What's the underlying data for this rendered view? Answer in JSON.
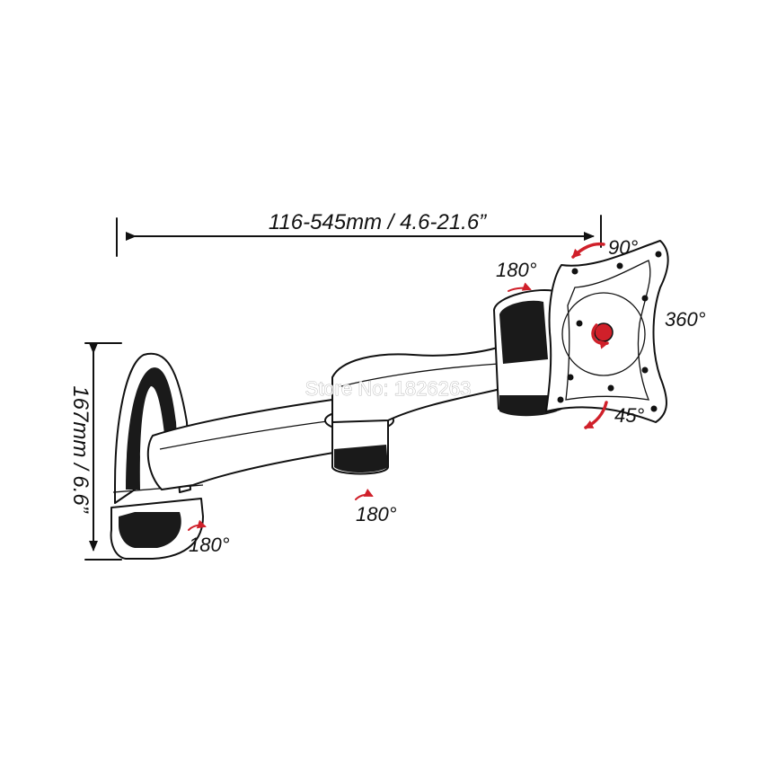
{
  "diagram": {
    "width_dimension": "116-545mm / 4.6-21.6”",
    "height_dimension": "167mm / 6.6”",
    "rotations": {
      "tilt_up": "90°",
      "plate_rotation": "360°",
      "tilt_down": "45°",
      "head_swivel": "180°",
      "middle_joint": "180°",
      "wall_joint": "180°"
    },
    "watermark": "Store No: 1826263"
  },
  "colors": {
    "line": "#111111",
    "arrow_red": "#d0202a",
    "background": "#ffffff"
  }
}
